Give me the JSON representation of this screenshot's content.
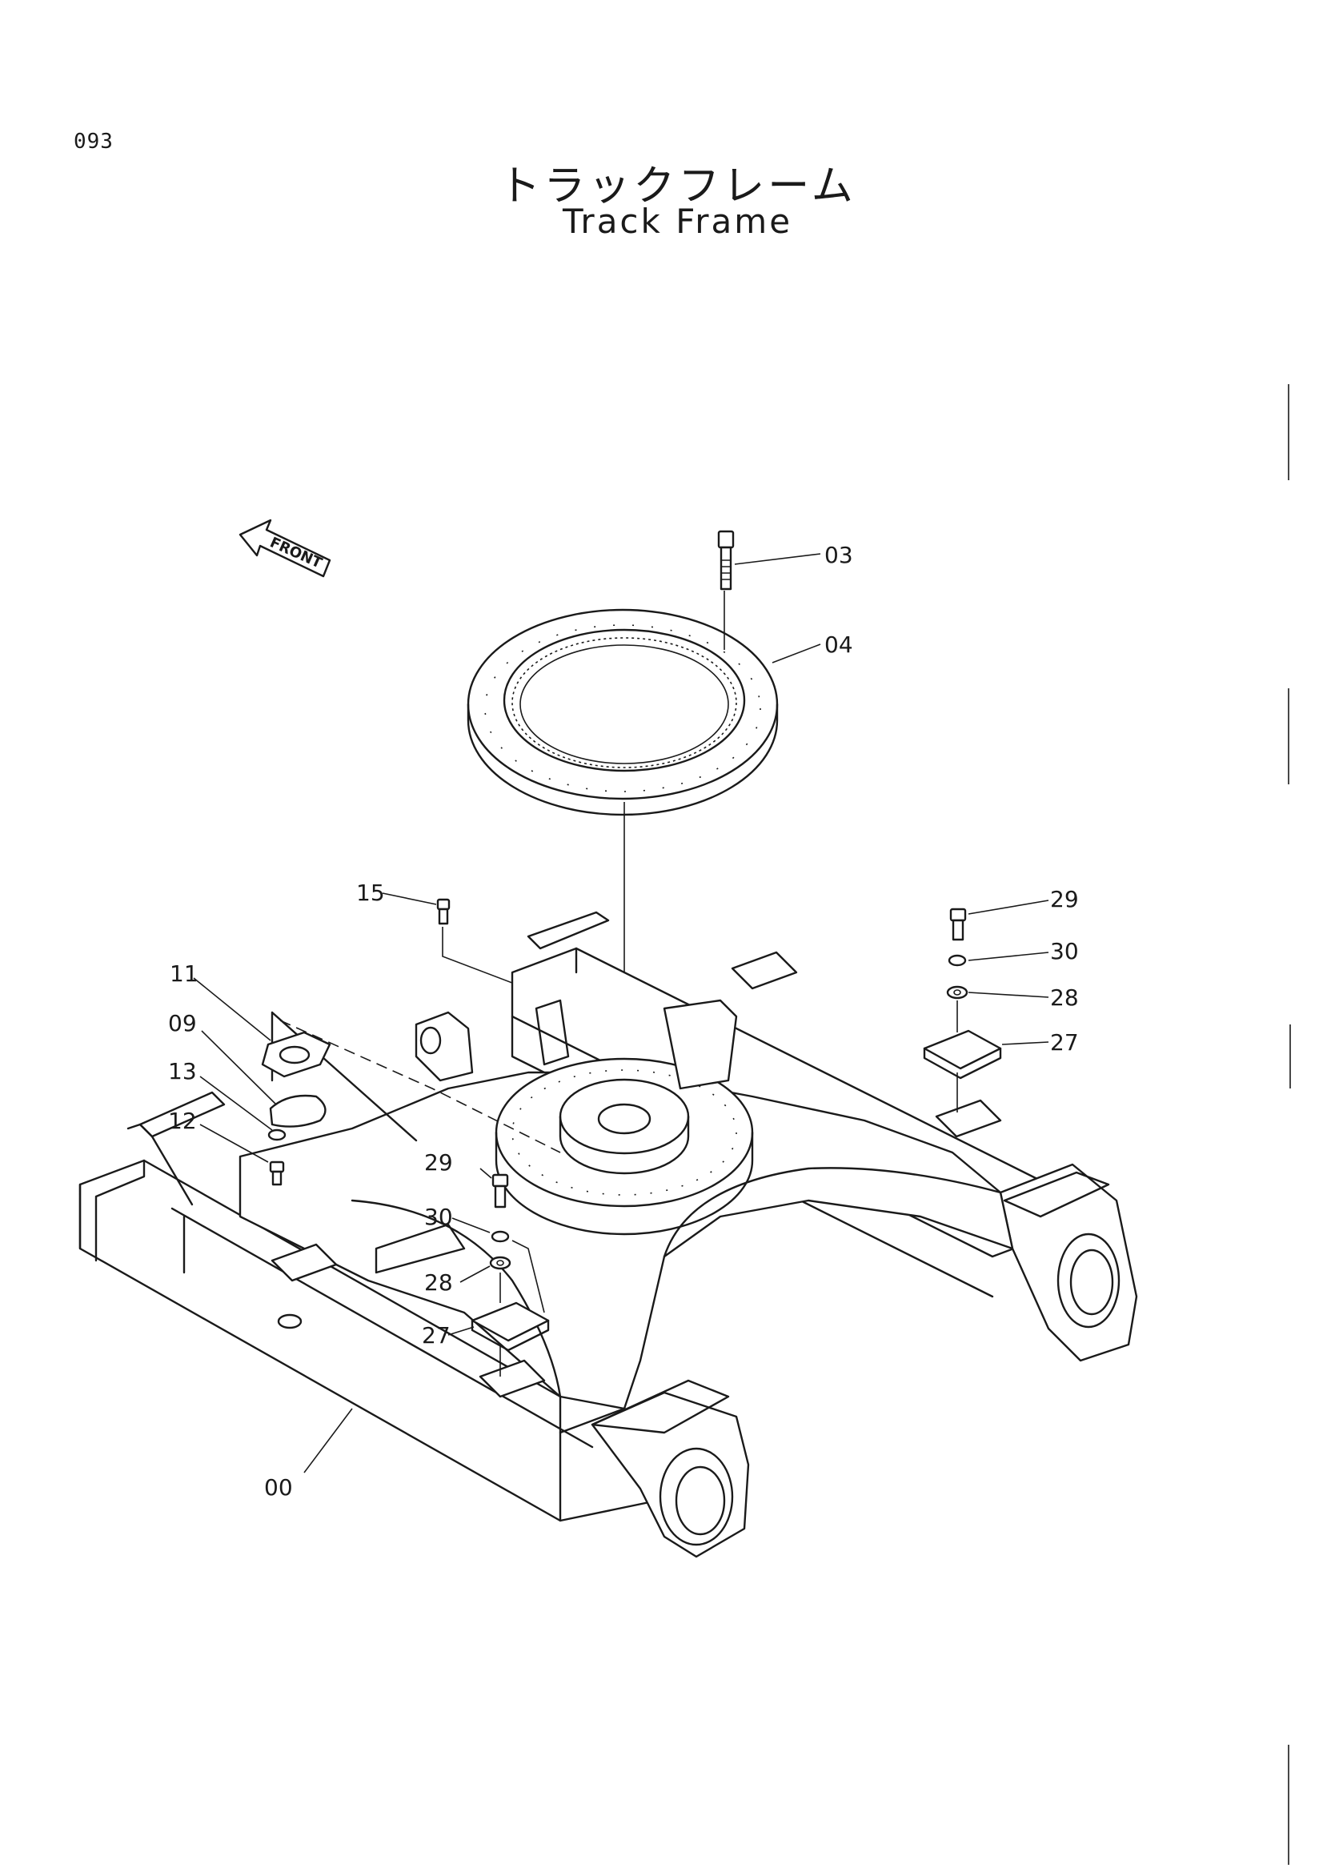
{
  "page_number": "093",
  "title_jp": "トラックフレーム",
  "title_en": "Track Frame",
  "front_label": "FRONT",
  "callouts": [
    {
      "id": "c03",
      "label": "03"
    },
    {
      "id": "c04",
      "label": "04"
    },
    {
      "id": "c15",
      "label": "15"
    },
    {
      "id": "c29a",
      "label": "29"
    },
    {
      "id": "c30a",
      "label": "30"
    },
    {
      "id": "c28a",
      "label": "28"
    },
    {
      "id": "c27a",
      "label": "27"
    },
    {
      "id": "c11",
      "label": "11"
    },
    {
      "id": "c09",
      "label": "09"
    },
    {
      "id": "c13",
      "label": "13"
    },
    {
      "id": "c12",
      "label": "12"
    },
    {
      "id": "c29b",
      "label": "29"
    },
    {
      "id": "c30b",
      "label": "30"
    },
    {
      "id": "c28b",
      "label": "28"
    },
    {
      "id": "c27b",
      "label": "27"
    },
    {
      "id": "c00",
      "label": "00"
    }
  ]
}
